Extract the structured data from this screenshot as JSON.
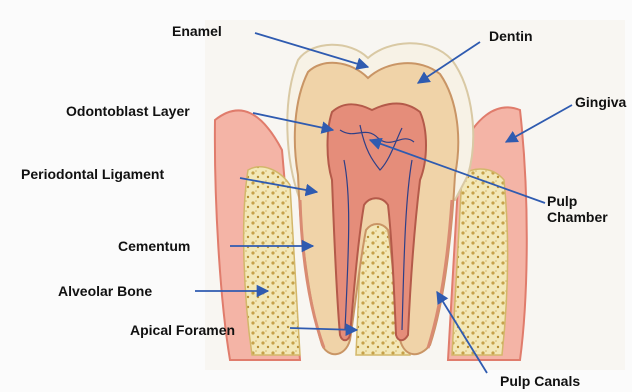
{
  "labels": {
    "enamel": "Enamel",
    "dentin": "Dentin",
    "odontoblast_layer": "Odontoblast Layer",
    "gingiva": "Gingiva",
    "periodontal_ligament": "Periodontal Ligament",
    "pulp_chamber_line1": "Pulp",
    "pulp_chamber_line2": "Chamber",
    "cementum": "Cementum",
    "alveolar_bone": "Alveolar Bone",
    "apical_foramen": "Apical Foramen",
    "pulp_canals": "Pulp Canals"
  },
  "colors": {
    "arrow": "#2f5bb0",
    "enamel": "#f6f1e4",
    "dentin": "#f0d2a6",
    "pulp": "#e58d7a",
    "gum": "#ef9c8c",
    "bone": "#f2e7b5",
    "nerve": "#2e3f87"
  }
}
